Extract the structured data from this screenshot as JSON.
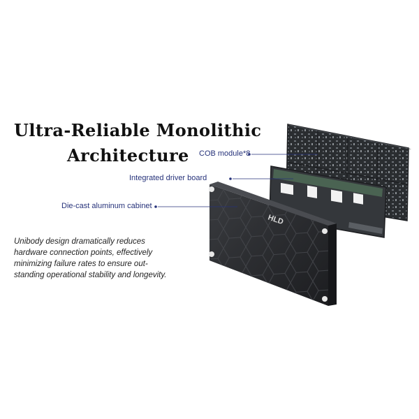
{
  "headline": {
    "line1": "Ultra-Reliable Monolithic",
    "line2": "Architecture"
  },
  "callouts": {
    "cob": "COB module*8",
    "driver": "Integrated driver board",
    "cabinet": "Die-cast aluminum cabinet"
  },
  "description": "Unibody design dramatically reduces\nhardware connection points, effectively\nminimizing failure rates to ensure out-\nstanding operational stability and longevity.",
  "cabinet_logo": "HLD",
  "colors": {
    "callout": "#26327a",
    "panel_dark": "#2a2c2f",
    "module_green": "#4f6b57"
  }
}
